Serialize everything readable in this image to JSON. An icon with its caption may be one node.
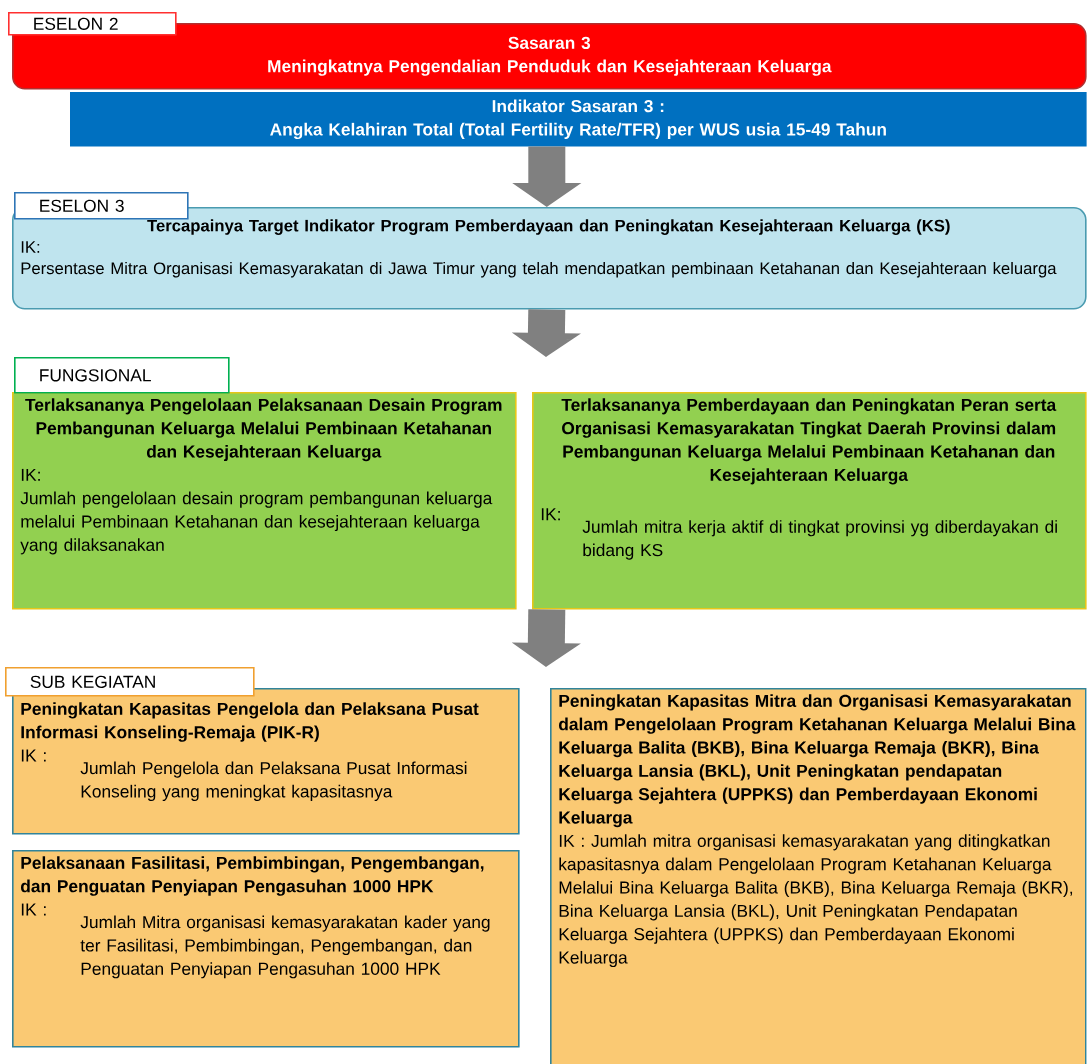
{
  "diagram": {
    "nodes": [
      {
        "text": [
          "ESELON 2"
        ]
      },
      {
        "text": [
          "Sasaran 3",
          "Meningkatnya Pengendalian Penduduk dan Kesejahteraan Keluarga"
        ]
      },
      {
        "text": [
          "Indikator Sasaran 3 :",
          "Angka Kelahiran Total (Total Fertility Rate/TFR) per WUS usia 15-49 Tahun"
        ]
      },
      {
        "text": [
          "ESELON 3"
        ]
      },
      {
        "text": [
          "Tercapainya Target Indikator Program Pemberdayaan dan Peningkatan Kesejahteraan Keluarga (KS)",
          "IK:",
          "Persentase Mitra Organisasi Kemasyarakatan di Jawa Timur yang telah mendapatkan pembinaan Ketahanan dan Kesejahteraan keluarga"
        ]
      },
      {
        "text": [
          "FUNGSIONAL"
        ]
      },
      {
        "text": [
          "Terlaksananya Pengelolaan Pelaksanaan Desain Program Pembangunan Keluarga Melalui Pembinaan Ketahanan dan Kesejahteraan Keluarga",
          "IK:",
          "Jumlah pengelolaan desain program pembangunan keluarga melalui Pembinaan Ketahanan dan kesejahteraan keluarga yang dilaksanakan"
        ]
      },
      {
        "text": [
          "Terlaksananya Pemberdayaan dan Peningkatan Peran serta Organisasi Kemasyarakatan Tingkat Daerah Provinsi dalam Pembangunan Keluarga Melalui Pembinaan Ketahanan dan Kesejahteraan Keluarga",
          "IK:",
          "Jumlah mitra kerja aktif di tingkat provinsi yg diberdayakan di bidang KS"
        ]
      },
      {
        "text": [
          "SUB KEGIATAN"
        ]
      },
      {
        "text": [
          "Peningkatan Kapasitas Pengelola dan Pelaksana Pusat Informasi Konseling-Remaja (PIK-R)",
          "IK :",
          "Jumlah Pengelola dan Pelaksana Pusat Informasi Konseling yang meningkat kapasitasnya"
        ]
      },
      {
        "text": [
          "Pelaksanaan Fasilitasi, Pembimbingan, Pengembangan, dan Penguatan Penyiapan Pengasuhan 1000 HPK",
          "IK :",
          "Jumlah Mitra organisasi kemasyarakatan kader yang ter Fasilitasi, Pembimbingan, Pengembangan, dan Penguatan Penyiapan Pengasuhan 1000 HPK"
        ]
      },
      {
        "text": [
          "Peningkatan Kapasitas Mitra dan Organisasi Kemasyarakatan dalam Pengelolaan Program Ketahanan Keluarga Melalui Bina Keluarga Balita (BKB), Bina Keluarga Remaja (BKR), Bina Keluarga Lansia (BKL), Unit Peningkatan pendapatan Keluarga Sejahtera (UPPKS) dan Pemberdayaan Ekonomi Keluarga",
          "IK : Jumlah mitra organisasi kemasyarakatan yang ditingkatkan kapasitasnya dalam Pengelolaan Program Ketahanan Keluarga Melalui Bina Keluarga Balita (BKB), Bina Keluarga Remaja (BKR), Bina Keluarga Lansia (BKL), Unit Peningkatan Pendapatan Keluarga Sejahtera (UPPKS) dan Pemberdayaan Ekonomi Keluarga"
        ]
      }
    ],
    "edges": [
      {
        "from": 2,
        "to": 4,
        "arrow": "to"
      },
      {
        "from": 4,
        "to": null,
        "arrow": "to"
      },
      {
        "from": 7,
        "to": null,
        "arrow": "to"
      }
    ]
  }
}
